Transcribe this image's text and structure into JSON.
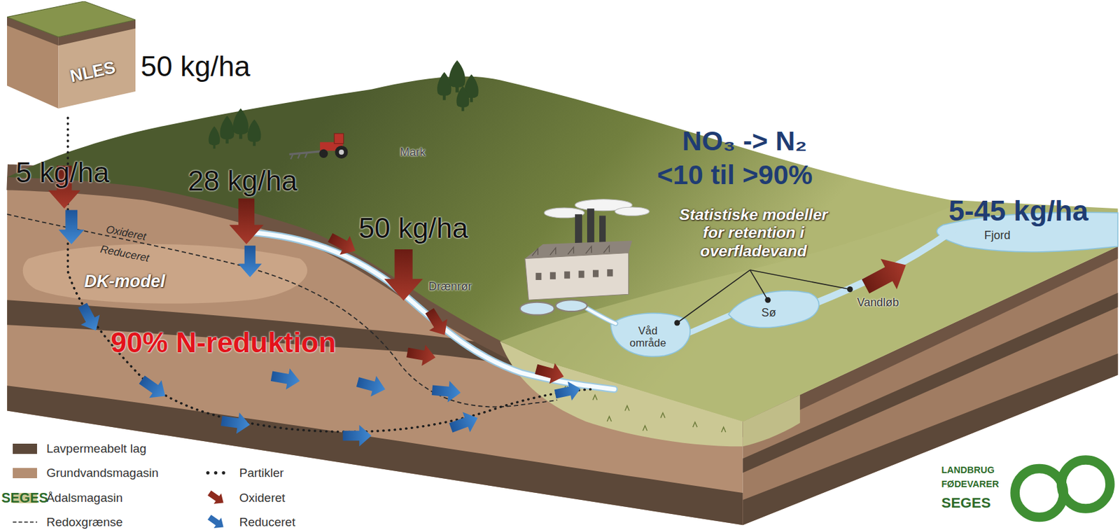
{
  "diagram": {
    "nodes": [
      {
        "text": [
          "NLES"
        ]
      }
    ],
    "labels": [
      "50 kg/ha",
      "5 kg/ha",
      "28 kg/ha",
      "50 kg/ha",
      "Mark",
      "Oxideret",
      "Reduceret",
      "DK-model",
      "90% N-reduktion",
      "Drænrør",
      "NO₃ -> N₂",
      "<10 til >90%",
      "Statistiske modeller for retention i overfladevand",
      "5-45 kg/ha",
      "Våd område",
      "Sø",
      "Vandløb",
      "Fjord",
      "SEGES",
      "LANDBRUG",
      "FØDEVARER",
      "SEGES"
    ],
    "legend": [
      {
        "text": "Lavpermeabelt lag",
        "color": "#5c4839"
      },
      {
        "text": "Grundvandsmagasin",
        "color": "#b48e72"
      },
      {
        "text": "Partikler"
      },
      {
        "text": "Ådalsmagasin",
        "color": "#cbc894"
      },
      {
        "text": "Oxideret"
      },
      {
        "text": "Redoxgrænse"
      },
      {
        "text": "Reduceret"
      }
    ]
  }
}
